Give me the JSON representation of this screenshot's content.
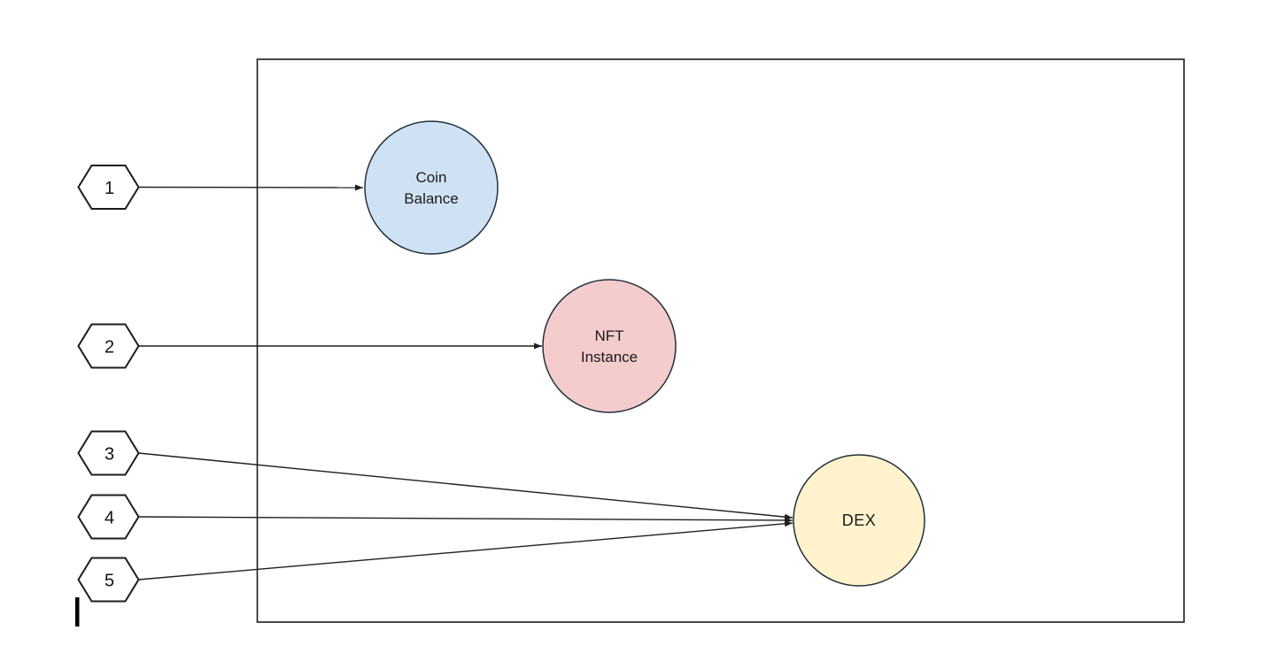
{
  "diagram": {
    "background_color": "#ffffff",
    "line_color": "#1f1f1f",
    "frame": {
      "type": "rectangle",
      "border_color": "#1c1c1c"
    },
    "nodes": {
      "coin_balance": {
        "line1": "Coin",
        "line2": "Balance",
        "fill": "#cfe2f3"
      },
      "nft_instance": {
        "line1": "NFT",
        "line2": "Instance",
        "fill": "#f4cccc"
      },
      "dex": {
        "label": "DEX",
        "fill": "#fff2cc"
      }
    },
    "steps": {
      "s1": {
        "label": "1",
        "target": "coin_balance"
      },
      "s2": {
        "label": "2",
        "target": "nft_instance"
      },
      "s3": {
        "label": "3",
        "target": "dex"
      },
      "s4": {
        "label": "4",
        "target": "dex"
      },
      "s5": {
        "label": "5",
        "target": "dex"
      }
    },
    "connections": [
      {
        "from": "1",
        "to": "Coin Balance"
      },
      {
        "from": "2",
        "to": "NFT Instance"
      },
      {
        "from": "3",
        "to": "DEX"
      },
      {
        "from": "4",
        "to": "DEX"
      },
      {
        "from": "5",
        "to": "DEX"
      }
    ]
  }
}
